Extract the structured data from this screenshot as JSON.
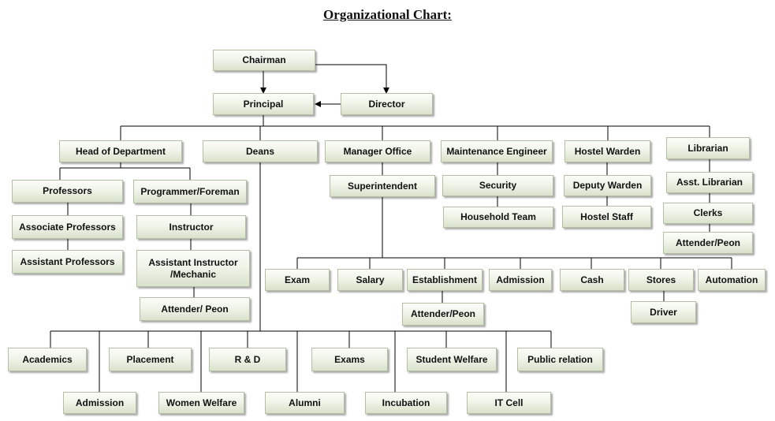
{
  "title": "Organizational Chart:",
  "nodes": {
    "chairman": "Chairman",
    "principal": "Principal",
    "director": "Director",
    "hod": "Head of Department",
    "deans": "Deans",
    "manager_office": "Manager Office",
    "maintenance_engineer": "Maintenance Engineer",
    "hostel_warden": "Hostel Warden",
    "librarian": "Librarian",
    "professors": "Professors",
    "programmer_foreman": "Programmer/Foreman",
    "associate_professors": "Associate Professors",
    "assistant_professors": "Assistant Professors",
    "instructor": "Instructor",
    "assistant_instructor": "Assistant Instructor /Mechanic",
    "attender_peon_a": "Attender/ Peon",
    "superintendent": "Superintendent",
    "security": "Security",
    "household_team": "Household Team",
    "deputy_warden": "Deputy Warden",
    "hostel_staff": "Hostel Staff",
    "asst_librarian": "Asst. Librarian",
    "clerks": "Clerks",
    "attender_peon_lib": "Attender/Peon",
    "exam": "Exam",
    "salary": "Salary",
    "establishment": "Establishment",
    "admission_office": "Admission",
    "cash": "Cash",
    "stores": "Stores",
    "automation": "Automation",
    "attender_peon_est": "Attender/Peon",
    "driver": "Driver",
    "academics": "Academics",
    "placement": "Placement",
    "r_and_d": "R & D",
    "exams": "Exams",
    "student_welfare": "Student Welfare",
    "public_relation": "Public relation",
    "admission_dean": "Admission",
    "women_welfare": "Women Welfare",
    "alumni": "Alumni",
    "incubation": "Incubation",
    "it_cell": "IT Cell"
  }
}
